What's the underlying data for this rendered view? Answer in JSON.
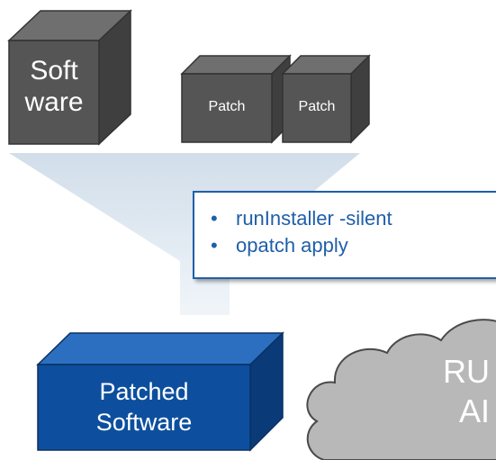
{
  "software_box": {
    "line1": "Soft",
    "line2": "ware"
  },
  "patch_boxes": [
    {
      "label": "Patch"
    },
    {
      "label": "Patch"
    }
  ],
  "commands": [
    "runInstaller -silent",
    "opatch apply"
  ],
  "patched_box": {
    "line1": "Patched",
    "line2": "Software"
  },
  "cloud": {
    "line1": "RU",
    "line2": "AI"
  },
  "colors": {
    "gray_front": "#555555",
    "gray_top": "#6f6f6f",
    "gray_side": "#3f3f3f",
    "blue_front": "#0d4f9e",
    "blue_top": "#2c6fc0",
    "blue_side": "#0a3b78",
    "callout_text": "#1f5fa8",
    "cloud": "#b8b8b8"
  }
}
